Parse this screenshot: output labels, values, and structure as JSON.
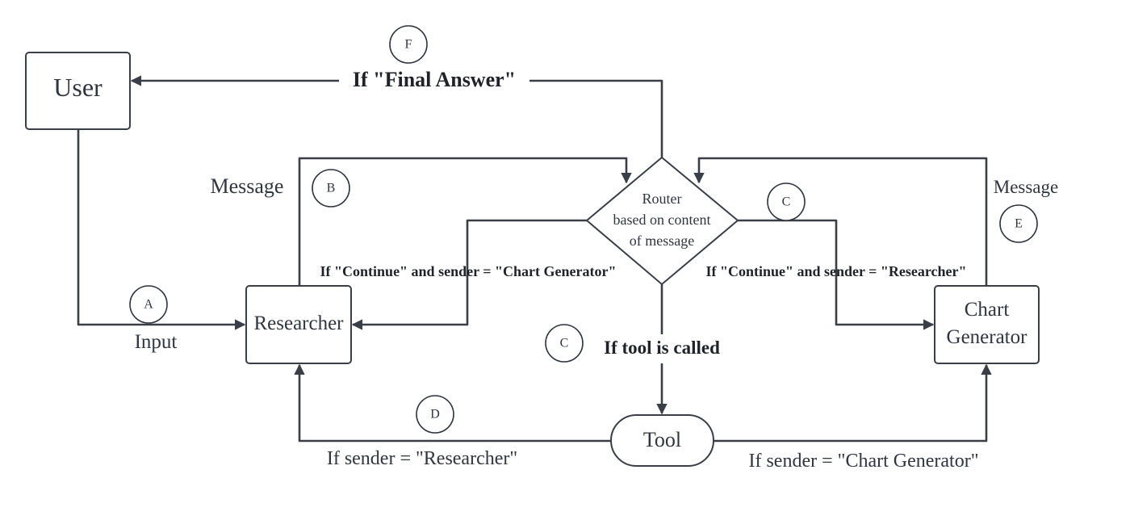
{
  "nodes": {
    "user": "User",
    "researcher": "Researcher",
    "router": [
      "Router",
      "based on content",
      "of message"
    ],
    "chart_generator": [
      "Chart",
      "Generator"
    ],
    "tool": "Tool"
  },
  "edge_labels": {
    "final_answer": "If \"Final Answer\"",
    "message_left": "Message",
    "message_right": "Message",
    "input": "Input",
    "continue_to_researcher": "If \"Continue\" and sender = \"Chart Generator\"",
    "continue_to_chart": "If \"Continue\" and sender = \"Researcher\"",
    "tool_called": "If tool is called",
    "sender_researcher": "If sender = \"Researcher\"",
    "sender_chart": "If sender = \"Chart Generator\""
  },
  "badges": {
    "a": "A",
    "b": "B",
    "c_right": "C",
    "c_center": "C",
    "d": "D",
    "e": "E",
    "f": "F"
  }
}
